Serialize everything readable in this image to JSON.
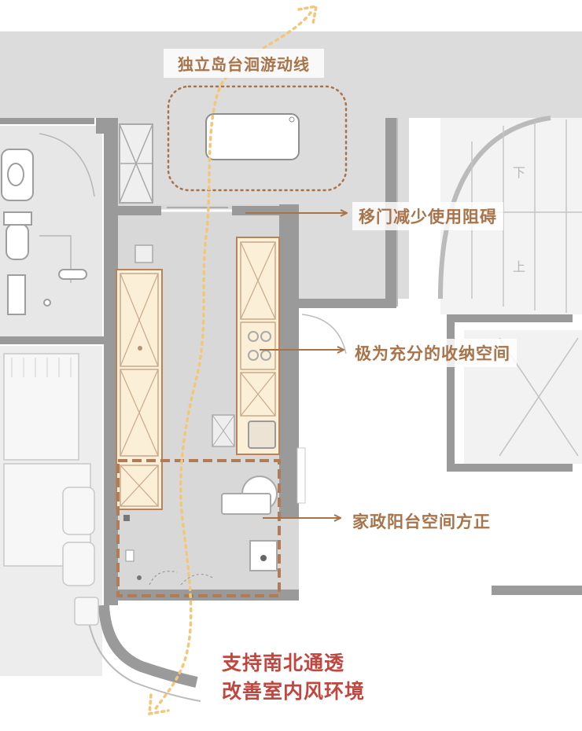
{
  "annotations": {
    "island": "独立岛台洄游动线",
    "sliding_door": "移门减少使用阻碍",
    "storage": "极为充分的收纳空间",
    "balcony": "家政阳台空间方正"
  },
  "ventilation": {
    "line1": "支持南北通透",
    "line2": "改善室内风环境"
  },
  "colors": {
    "accent": "#a9734a",
    "highlight_fill": "#fcefd7",
    "ventilation_text": "#c0473f",
    "airflow": "#f2c77a"
  }
}
